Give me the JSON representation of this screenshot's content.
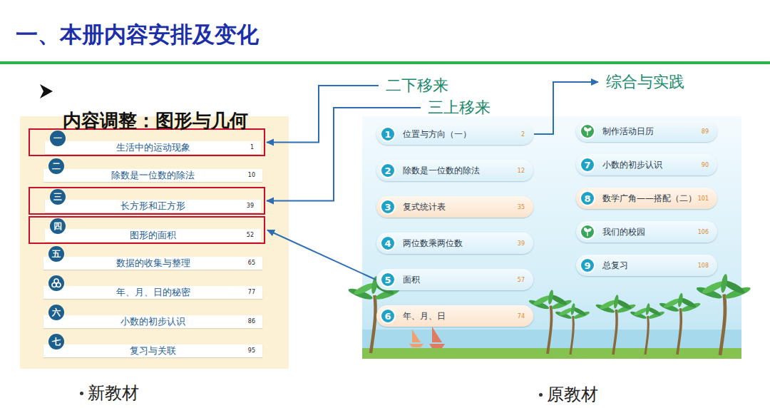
{
  "diagram": {
    "title": "一、本册内容安排及变化",
    "nodes": [
      {
        "text": [
          "二下移来"
        ]
      },
      {
        "text": [
          "三上移来"
        ]
      },
      {
        "text": [
          "综合与实践"
        ]
      },
      {
        "text": [
          "新教材"
        ]
      },
      {
        "text": [
          "一",
          "生活中的运动现象",
          "1"
        ],
        "in": 3
      },
      {
        "text": [
          "二",
          "除数是一位数的除法",
          "10"
        ],
        "in": 3
      },
      {
        "text": [
          "三",
          "长方形和正方形",
          "39"
        ],
        "in": 3
      },
      {
        "text": [
          "四",
          "图形的面积",
          "52"
        ],
        "in": 3
      },
      {
        "text": [
          "五",
          "数据的收集与整理",
          "65"
        ],
        "in": 3
      },
      {
        "text": [
          "年、月、日的秘密",
          "77"
        ],
        "in": 3
      },
      {
        "text": [
          "六",
          "小数的初步认识",
          "86"
        ],
        "in": 3
      },
      {
        "text": [
          "七",
          "复习与关联",
          "95"
        ],
        "in": 3
      },
      {
        "text": [
          "原教材"
        ]
      },
      {
        "text": [
          "1",
          "位置与方向（一）",
          "2"
        ],
        "in": 12
      },
      {
        "text": [
          "2",
          "除数是一位数的除法",
          "12"
        ],
        "in": 12
      },
      {
        "text": [
          "3",
          "复式统计表",
          "35"
        ],
        "in": 12
      },
      {
        "text": [
          "4",
          "两位数乘两位数",
          "39"
        ],
        "in": 12
      },
      {
        "text": [
          "5",
          "面积",
          "57"
        ],
        "in": 12
      },
      {
        "text": [
          "6",
          "年、月、日",
          "74"
        ],
        "in": 12
      },
      {
        "text": [
          "制作活动日历",
          "89"
        ],
        "in": 12
      },
      {
        "text": [
          "7",
          "小数的初步认识",
          "90"
        ],
        "in": 12
      },
      {
        "text": [
          "8",
          "数学广角——搭配（二）",
          "101"
        ],
        "in": 12
      },
      {
        "text": [
          "我们的校园",
          "106"
        ],
        "in": 12
      },
      {
        "text": [
          "9",
          "总复习",
          "108"
        ],
        "in": 12
      }
    ],
    "edges": [
      {
        "from": 0,
        "to": 4,
        "arrow": "to"
      },
      {
        "from": 1,
        "to": 6,
        "arrow": "to"
      },
      {
        "from": 13,
        "to": 2,
        "arrow": "to"
      },
      {
        "from": 17,
        "to": 7,
        "arrow": "to"
      }
    ],
    "labels": [
      "内容调整：图形与几何"
    ]
  }
}
